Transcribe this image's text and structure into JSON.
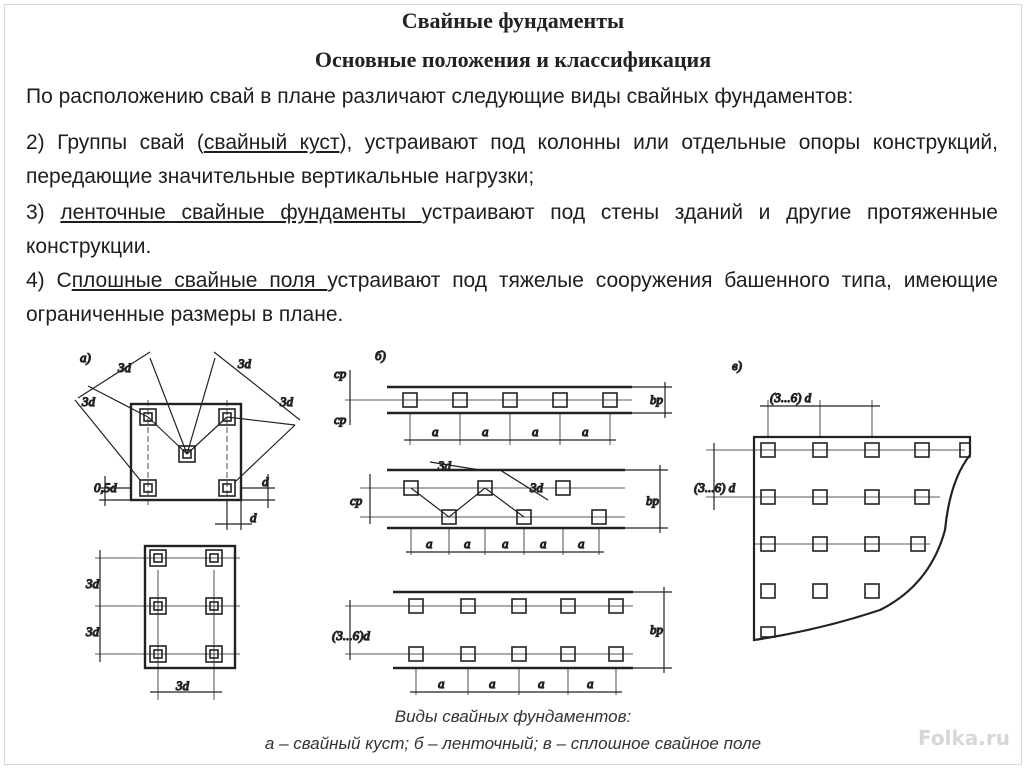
{
  "header": {
    "title": "Свайные фундаменты",
    "subtitle": "Основные положения и классификация"
  },
  "intro": "По расположению свай в плане различают следующие виды свайных фундаментов:",
  "items": [
    {
      "prefix": "2) Группы свай (",
      "term": "свайный куст",
      "suffix": "), устраивают под колонны или отдельные опоры конструкций, передающие значительные вертикальные нагрузки;"
    },
    {
      "prefix": "3) ",
      "term": "ленточные свайные фундаменты ",
      "suffix": "устраивают под стены зданий и другие протяженные конструкции."
    },
    {
      "prefix": "4) С",
      "term": "плошные свайные поля ",
      "suffix": "устраивают под тяжелые сооружения башенного типа, имеющие ограниченные размеры в плане."
    }
  ],
  "figure": {
    "labels": {
      "panel_a": "а)",
      "panel_b": "б)",
      "panel_c": "в)",
      "d3": "3d",
      "d": "d",
      "half_d": "0,5d",
      "a": "a",
      "cp": "cp",
      "bp": "bp",
      "range": "(3...6) d",
      "range_short": "(3...6)d"
    },
    "caption_line1": "Виды свайных фундаментов:",
    "caption_line2": "а – свайный куст; б – ленточный; в – сплошное свайное поле"
  },
  "watermark": "Folka.ru"
}
